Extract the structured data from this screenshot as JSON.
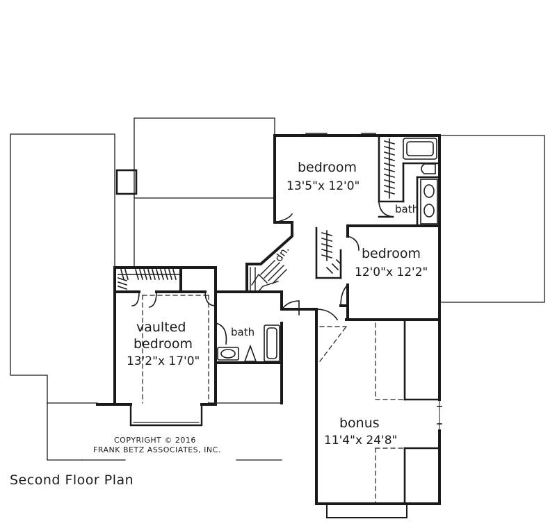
{
  "plan": {
    "title": "Second Floor Plan",
    "copyright_line1": "COPYRIGHT © 2016",
    "copyright_line2": "FRANK BETZ ASSOCIATES, INC.",
    "stair_label": "dn.",
    "rooms": {
      "bedroom_2": {
        "name": "bedroom",
        "dims": "13'5\"x 12'0\""
      },
      "bath_2": {
        "name": "bath"
      },
      "bedroom_3": {
        "name": "bedroom",
        "dims": "12'0\"x 12'2\""
      },
      "vaulted_bedroom": {
        "name_line1": "vaulted",
        "name_line2": "bedroom",
        "dims": "13'2\"x 17'0\""
      },
      "bath_3": {
        "name": "bath"
      },
      "bonus": {
        "name": "bonus",
        "dims": "11'4\"x 24'8\""
      }
    }
  }
}
